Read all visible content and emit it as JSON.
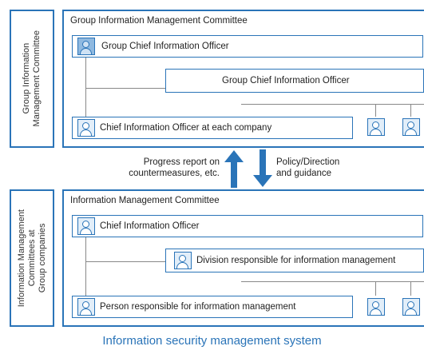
{
  "top_section": {
    "side_label": "Group Information\nManagement Committee",
    "title": "Group Information Management Committee",
    "cio": "Group Chief Information Officer",
    "middle": "Group Chief Information Officer",
    "bottom": "Chief Information Officer at each company"
  },
  "arrows": {
    "up_text": "Progress report on\ncountermeasures, etc.",
    "down_text": "Policy/Direction\nand guidance"
  },
  "bottom_section": {
    "side_label": "Information Management\nCommittees at\nGroup companies",
    "title": "Information Management Committee",
    "cio": "Chief Information Officer",
    "middle": "Division responsible for information management",
    "bottom": "Person responsible for information management"
  },
  "caption": "Information security management system",
  "colors": {
    "accent": "#2a74b8",
    "icon_fill": "#8fb9e0"
  },
  "icons": [
    "person-icon"
  ]
}
